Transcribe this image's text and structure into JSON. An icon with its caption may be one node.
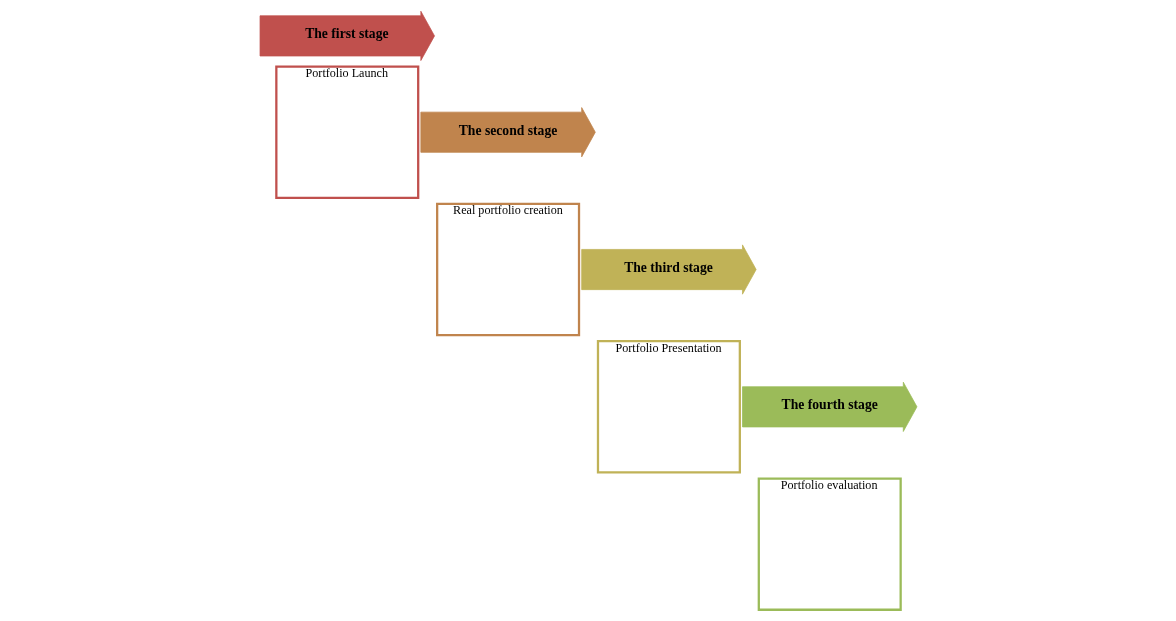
{
  "diagram": {
    "nodes": [
      {
        "text": [
          "The first stage"
        ]
      },
      {
        "text": [
          "Portfolio Launch"
        ]
      },
      {
        "text": [
          "The second stage"
        ]
      },
      {
        "text": [
          "Real portfolio creation"
        ]
      },
      {
        "text": [
          "The third stage"
        ]
      },
      {
        "text": [
          "Portfolio Presentation"
        ]
      },
      {
        "text": [
          "The fourth stage"
        ]
      },
      {
        "text": [
          "Portfolio evaluation"
        ]
      }
    ]
  }
}
